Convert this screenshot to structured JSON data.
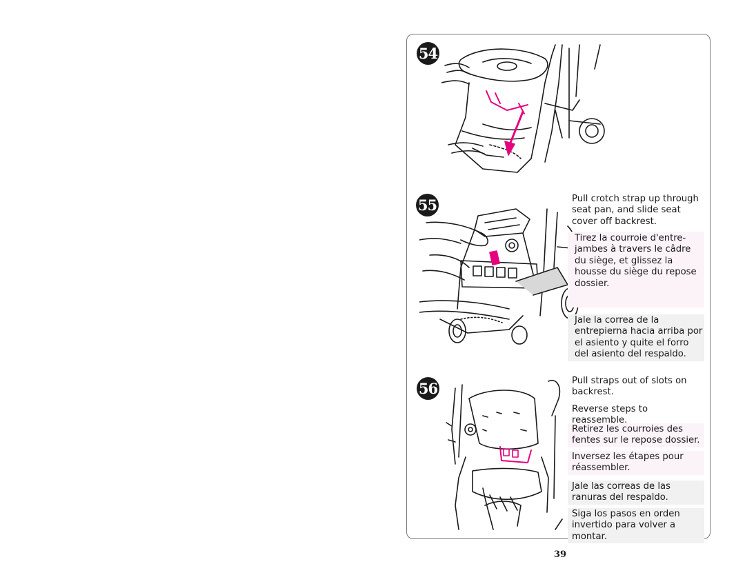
{
  "page_number": "39",
  "colors": {
    "accent": "#e6007e",
    "line": "#1a1a1a",
    "fr_box": "#fcf3f9",
    "es_box": "#f1f1f1"
  },
  "steps": [
    {
      "number": "54",
      "illustration": "hands-lifting-seat-tray-icon"
    },
    {
      "number": "55",
      "illustration": "crotch-strap-seat-pan-icon",
      "en": "Pull crotch strap up through seat pan, and slide seat cover off backrest.",
      "fr": "Tirez la courroie d'entre-jambes à travers le câdre du siège, et glissez la housse du siège du repose dossier.",
      "es": "Jale la correa de la entrepierna hacia arriba por el asiento y quite el forro del asiento del respaldo."
    },
    {
      "number": "56",
      "illustration": "straps-out-of-backrest-icon",
      "en1": "Pull straps out of slots on backrest.",
      "en2": "Reverse steps to reassemble.",
      "fr1": "Retirez les courroies des fentes sur le repose dossier.",
      "fr2": "Inversez les étapes pour réassembler.",
      "es1": "Jale las correas de las ranuras del respaldo.",
      "es2": "Siga los pasos en orden invertido para volver a montar."
    }
  ]
}
